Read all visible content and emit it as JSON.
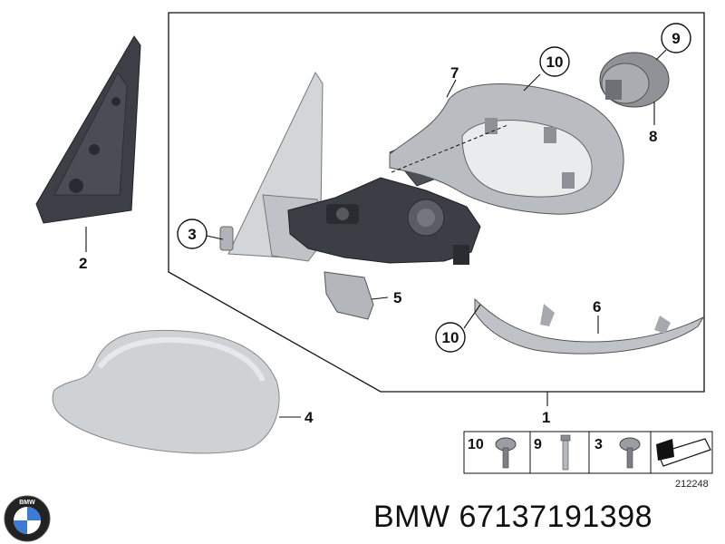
{
  "callouts": {
    "c1": "1",
    "c2": "2",
    "c3": "3",
    "c4": "4",
    "c5": "5",
    "c6": "6",
    "c7": "7",
    "c8": "8",
    "c9": "9",
    "c10a": "10",
    "c10b": "10"
  },
  "kit": {
    "items": [
      "10",
      "9",
      "3"
    ],
    "ref_number": "212248"
  },
  "footer": {
    "brand_text": "BMW 67137191398",
    "logo_letters": "BMW"
  },
  "colors": {
    "line": "#111111",
    "part_light": "#c9cccf",
    "part_dark": "#3a3c42"
  }
}
